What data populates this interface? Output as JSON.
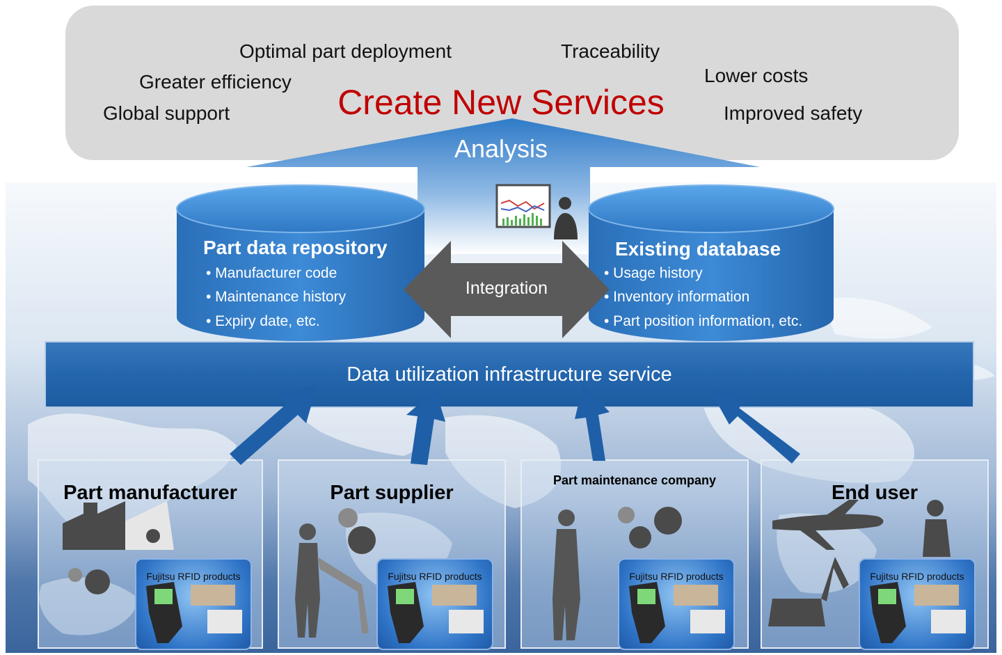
{
  "banner": {
    "headline": "Create New Services",
    "benefits": {
      "optimal_part_deployment": "Optimal part deployment",
      "traceability": "Traceability",
      "greater_efficiency": "Greater efficiency",
      "lower_costs": "Lower costs",
      "global_support": "Global support",
      "improved_safety": "Improved safety"
    }
  },
  "analysis": {
    "label": "Analysis"
  },
  "repository": {
    "title": "Part data repository",
    "items": [
      "• Manufacturer code",
      "• Maintenance history",
      "• Expiry date, etc."
    ]
  },
  "existing_db": {
    "title": "Existing database",
    "items": [
      "• Usage history",
      "• Inventory information",
      "• Part position information, etc."
    ]
  },
  "integration": {
    "label": "Integration"
  },
  "infrastructure": {
    "label": "Data utilization infrastructure service"
  },
  "stakeholders": [
    {
      "title": "Part manufacturer",
      "rfid_label": "Fujitsu RFID products"
    },
    {
      "title": "Part supplier",
      "rfid_label": "Fujitsu RFID products"
    },
    {
      "title": "Part maintenance company",
      "rfid_label": "Fujitsu RFID products"
    },
    {
      "title": "End user",
      "rfid_label": "Fujitsu RFID products"
    }
  ],
  "colors": {
    "headline": "#c00000",
    "database_blue": "#2f7bc8",
    "infrastructure_blue": "#2466ad",
    "arrow_blue": "#1f5fa8",
    "integration_arrow": "#5a5a5a",
    "banner_gray": "#d9d9d9"
  }
}
